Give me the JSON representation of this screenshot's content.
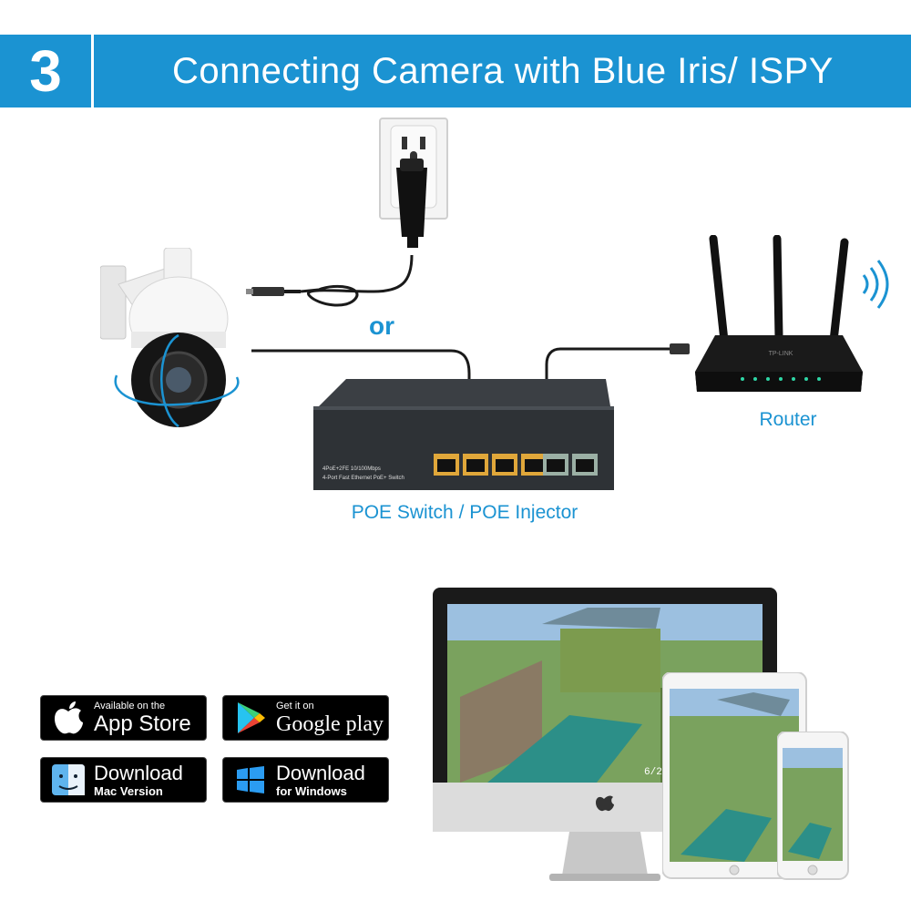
{
  "header": {
    "step_number": "3",
    "title": "Connecting Camera with Blue Iris/ ISPY"
  },
  "diagram": {
    "or_label": "or",
    "router_label": "Router",
    "switch_label": "POE Switch / POE Injector",
    "switch_text_line1": "4PoE+2FE 10/100Mbps",
    "switch_text_line2": "4-Port Fast Ethernet PoE+ Switch",
    "router_brand": "TP-LINK",
    "screen_timestamp": "6/26/2019"
  },
  "badges": {
    "app_store": {
      "small": "Available on the",
      "big": "App Store",
      "icon": "apple-icon"
    },
    "google_play": {
      "small": "Get it on",
      "big": "Google play",
      "icon": "play-icon"
    },
    "mac": {
      "big": "Download",
      "sub": "Mac Version",
      "icon": "finder-icon"
    },
    "windows": {
      "big": "Download",
      "sub": "for Windows",
      "icon": "windows-icon"
    }
  },
  "colors": {
    "accent": "#1b93d2",
    "badge_bg": "#000000"
  }
}
